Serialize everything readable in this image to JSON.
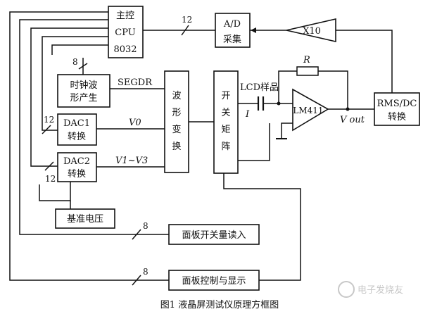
{
  "blocks": {
    "cpu": [
      "主控",
      "CPU",
      "8032"
    ],
    "ad": [
      "A/D",
      "采集"
    ],
    "amp": "X10",
    "clock": [
      "时钟波",
      "形产生"
    ],
    "dac1": [
      "DAC1",
      "转换"
    ],
    "dac2": [
      "DAC2",
      "转换"
    ],
    "ref": "基准电压",
    "wave": [
      "波",
      "形",
      "变",
      "换"
    ],
    "switch": [
      "开",
      "关",
      "矩",
      "阵"
    ],
    "opamp": "LM411",
    "rms": [
      "RMS/DC",
      "转换"
    ],
    "panel_read": "面板开关量读入",
    "panel_ctrl": "面板控制与显示"
  },
  "signals": {
    "segdr": "SEGDR",
    "v0": "V0",
    "v1v3": "V1~V3",
    "lcd": "LCD样品",
    "current": "I",
    "resistor": "R",
    "vout": "V out"
  },
  "bus_widths": {
    "cpu_ad": "12",
    "cpu_clock": "8",
    "dac1": "12",
    "dac2": "12",
    "panel_read": "8",
    "panel_ctrl": "8"
  },
  "caption": "图1  液晶屏测试仪原理方框图",
  "watermark": "电子发烧友"
}
